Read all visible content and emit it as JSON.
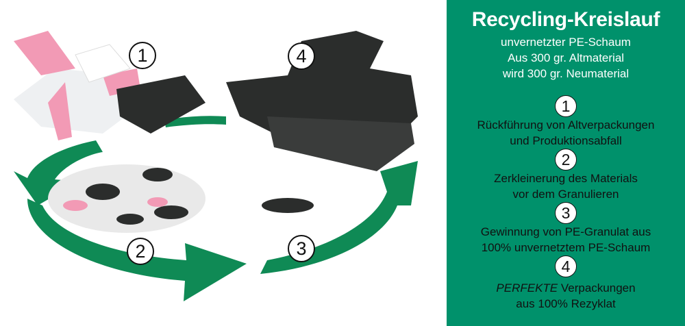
{
  "illustration": {
    "badges": [
      "1",
      "4",
      "2",
      "3"
    ],
    "colors": {
      "arrow": "#0f8a55",
      "foam_dark": "#2b2d2c",
      "foam_pink": "#f29ab5"
    }
  },
  "panel": {
    "title": "Recycling-Kreislauf",
    "subtitle_lines": [
      "unvernetzter PE-Schaum",
      "Aus 300 gr. Altmaterial",
      "wird 300 gr. Neumaterial"
    ],
    "steps": [
      {
        "num": "1",
        "lines": [
          "Rückführung von Altverpackungen",
          "und Produktionsabfall"
        ]
      },
      {
        "num": "2",
        "lines": [
          "Zerkleinerung des Materials",
          "vor dem Granulieren"
        ]
      },
      {
        "num": "3",
        "lines": [
          "Gewinnung von PE-Granulat aus",
          "100% unvernetztem PE-Schaum"
        ]
      },
      {
        "num": "4",
        "emphasis": "PERFEKTE",
        "lines": [
          " Verpackungen",
          "aus 100% Rezyklat"
        ]
      }
    ],
    "background": "#00916b"
  }
}
